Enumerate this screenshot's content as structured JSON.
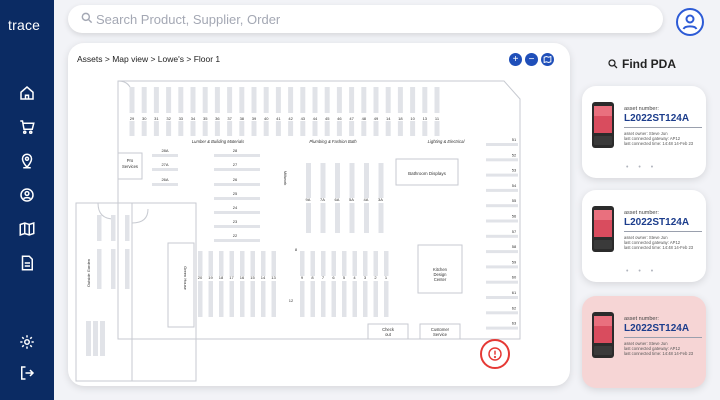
{
  "app": {
    "brand": "trace"
  },
  "sidebar": {
    "items": [
      {
        "name": "home",
        "icon": "home-icon"
      },
      {
        "name": "cart",
        "icon": "cart-icon"
      },
      {
        "name": "location",
        "icon": "location-pin-icon"
      },
      {
        "name": "people",
        "icon": "user-circle-icon"
      },
      {
        "name": "map",
        "icon": "map-icon"
      },
      {
        "name": "reports",
        "icon": "document-icon"
      }
    ],
    "bottom": [
      {
        "name": "settings",
        "icon": "gear-icon"
      },
      {
        "name": "logout",
        "icon": "logout-icon"
      }
    ]
  },
  "search": {
    "placeholder": "Search Product, Supplier, Order"
  },
  "breadcrumb": [
    "Assets",
    "Map view",
    "Lowe's",
    "Floor 1"
  ],
  "breadcrumb_sep": " > ",
  "map": {
    "controls": [
      "+",
      "−"
    ],
    "top_aisles": [
      "29",
      "30",
      "31",
      "32",
      "33",
      "34",
      "35",
      "36",
      "37",
      "38",
      "39",
      "40",
      "41",
      "42",
      "43",
      "44",
      "45",
      "46",
      "47",
      "48",
      "49",
      "14",
      "18",
      "10",
      "13",
      "11"
    ],
    "bottom_aisles": [
      "20",
      "19",
      "18",
      "17",
      "16",
      "15",
      "14",
      "13",
      "9",
      "8",
      "7",
      "6",
      "5",
      "4",
      "3",
      "2",
      "1"
    ],
    "right_aisles": [
      "51",
      "52",
      "53",
      "54",
      "55",
      "56",
      "57",
      "58",
      "59",
      "60",
      "61",
      "62",
      "63"
    ],
    "left_block": [
      "28A",
      "28",
      "27A",
      "27",
      "26A",
      "26",
      "25",
      "24",
      "23",
      "22"
    ],
    "mid_aisles": [
      "9A",
      "7A",
      "6A",
      "5A",
      "4A",
      "3A"
    ],
    "misc_labels": {
      "aisle_12": "12",
      "aisle_8": "8"
    },
    "sections": {
      "lumber": "Lumber & Building Materials",
      "plumbing": "Plumbing & Fashion Bath",
      "lighting": "Lighting & Electrical",
      "millwork": "Millwork",
      "pro_services": "Pro Services",
      "bathroom": "Bathroom Displays",
      "kitchen": "Kitchen Design Center",
      "garden": "Outside Garden",
      "green_house": "Green House",
      "checkout": "Check out",
      "customer_service": "Customer Service"
    }
  },
  "find_pda": {
    "title": "Find PDA",
    "cards": [
      {
        "label": "asset number:",
        "asset": "L2022ST124A",
        "owner": "asset owner: Steve Jun",
        "gateway": "last connected gateway: AP12",
        "time": "last connected time: 14:48 14-Feb 23",
        "dots": "• • •",
        "alert": false
      },
      {
        "label": "asset number:",
        "asset": "L2022ST124A",
        "owner": "asset owner: Steve Jun",
        "gateway": "last connected gateway: AP12",
        "time": "last connected time: 14:48 14-Feb 23",
        "dots": "• • •",
        "alert": false
      },
      {
        "label": "asset number:",
        "asset": "L2022ST124A",
        "owner": "asset owner: Steve Jun",
        "gateway": "last connected gateway: AP12",
        "time": "last connected time: 14:48 14-Feb 23",
        "dots": "",
        "alert": true
      }
    ]
  },
  "colors": {
    "sidebar": "#0b2b63",
    "accent": "#1f4fb9",
    "alert": "#e53935",
    "alert_card": "#f6d5d5"
  }
}
